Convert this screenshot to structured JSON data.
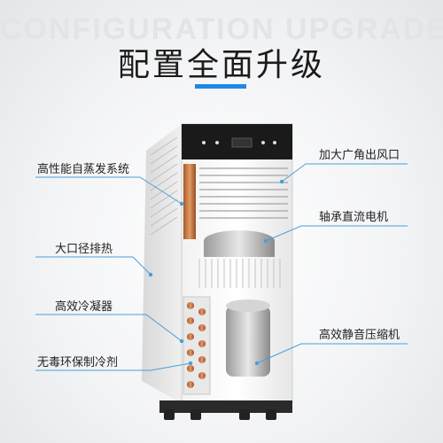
{
  "header": {
    "bg_title": "CONFIGURATION UPGRADE",
    "title": "配置全面升级"
  },
  "callouts": {
    "left": [
      "高性能自蒸发系统",
      "大口径排热",
      "高效冷凝器",
      "无毒环保制冷剂"
    ],
    "right": [
      "加大广角出风口",
      "轴承直流电机",
      "高效静音压缩机"
    ]
  },
  "colors": {
    "accent": "#1e88e5",
    "line": "#4a9fd8"
  }
}
